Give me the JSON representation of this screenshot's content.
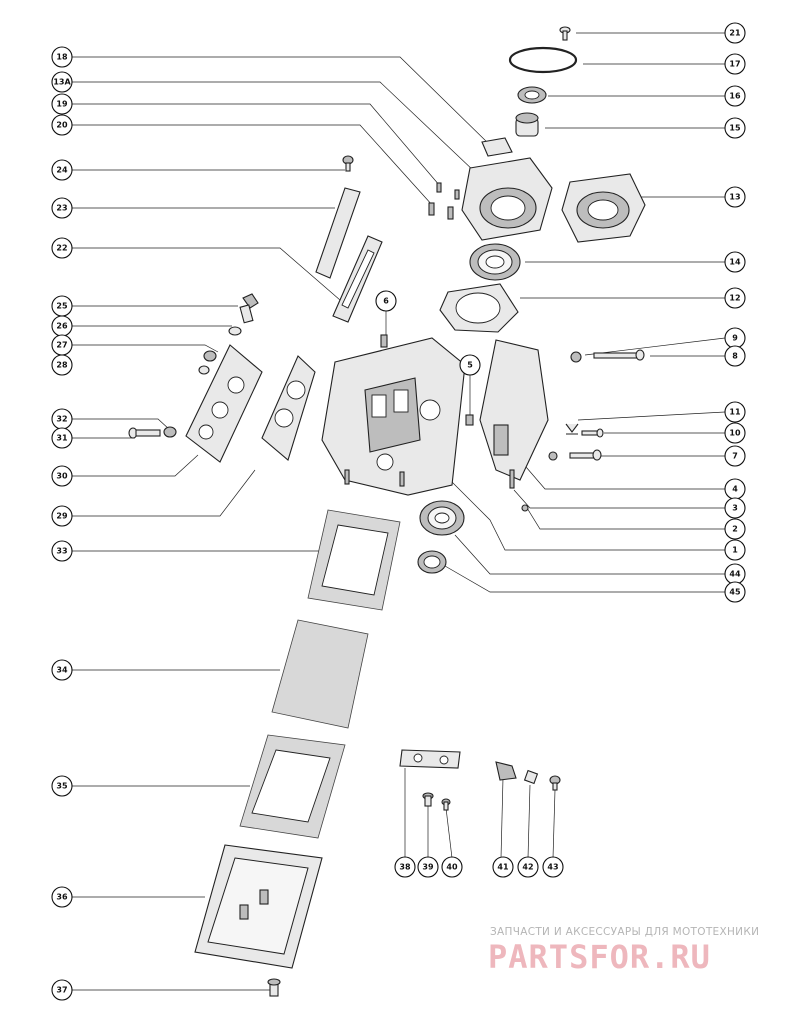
{
  "watermark": {
    "subtitle": "ЗАПЧАСТИ И АКСЕССУАРЫ ДЛЯ МОТОТЕХНИКИ",
    "brand": "PARTSFOR.RU"
  },
  "callouts": {
    "c18": "18",
    "c13a": "13A",
    "c19": "19",
    "c20": "20",
    "c24": "24",
    "c23": "23",
    "c22": "22",
    "c25": "25",
    "c26": "26",
    "c27": "27",
    "c28": "28",
    "c32": "32",
    "c31": "31",
    "c30": "30",
    "c29": "29",
    "c33": "33",
    "c34": "34",
    "c35": "35",
    "c36": "36",
    "c37": "37",
    "c6": "6",
    "c5": "5",
    "c21": "21",
    "c17": "17",
    "c16": "16",
    "c15": "15",
    "c13": "13",
    "c14": "14",
    "c12": "12",
    "c9": "9",
    "c8": "8",
    "c11": "11",
    "c10": "10",
    "c7": "7",
    "c4": "4",
    "c3": "3",
    "c2": "2",
    "c1": "1",
    "c44": "44",
    "c45": "45",
    "c38": "38",
    "c39": "39",
    "c40": "40",
    "c41": "41",
    "c42": "42",
    "c43": "43"
  }
}
